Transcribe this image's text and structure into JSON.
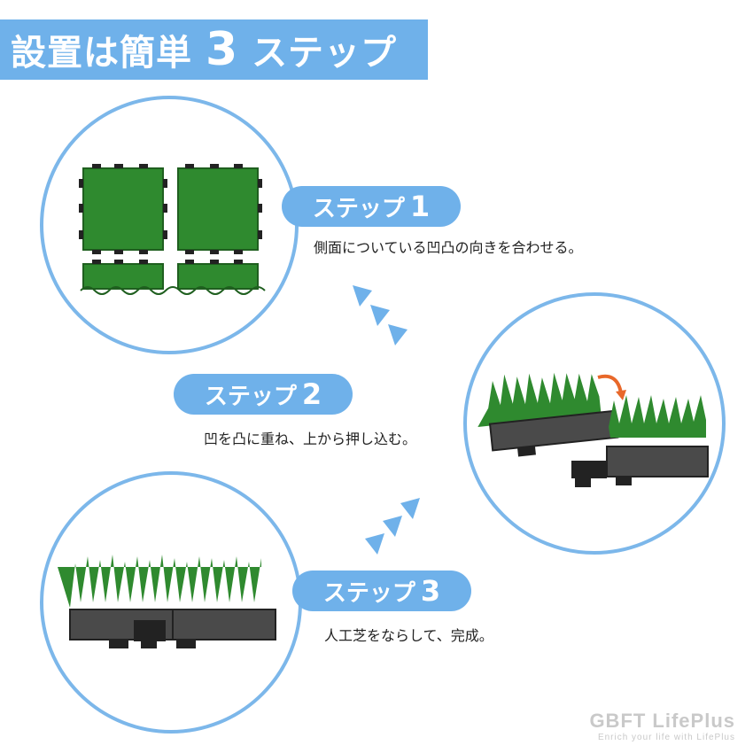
{
  "title": {
    "prefix": "設置は簡単",
    "number": "3",
    "suffix": "ステップ"
  },
  "steps": [
    {
      "label": "ステップ",
      "number": "1",
      "description": "側面についている凹凸の向きを合わせる。"
    },
    {
      "label": "ステップ",
      "number": "2",
      "description": "凹を凸に重ね、上から押し込む。"
    },
    {
      "label": "ステップ",
      "number": "3",
      "description": "人工芝をならして、完成。"
    }
  ],
  "logo": {
    "name": "GBFT LifePlus",
    "tagline": "Enrich your life with LifePlus"
  },
  "colors": {
    "accent": "#6fb1ea",
    "circle_border": "#7cb7ea",
    "grass": "#2f8a2f",
    "tile": "#4a4a4a",
    "arrow_orange": "#e8682a"
  }
}
